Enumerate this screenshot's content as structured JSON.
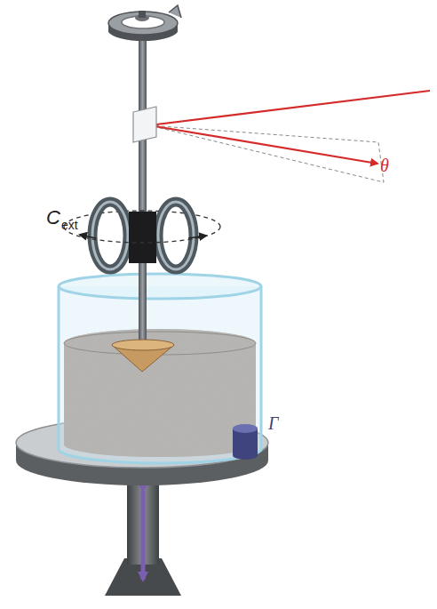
{
  "diagram": {
    "labels": [
      "C",
      "ext",
      "θ",
      "Γ"
    ]
  }
}
